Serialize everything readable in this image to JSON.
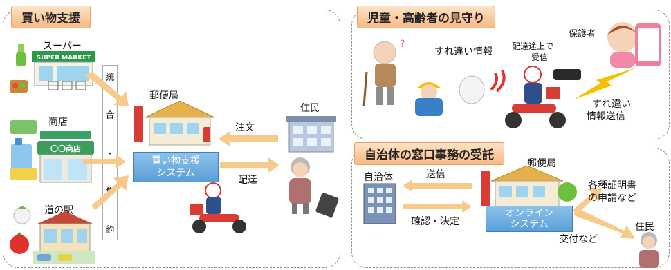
{
  "shopping": {
    "title": "買い物支援",
    "supermarket_label": "スーパー",
    "supermarket_sign": "SUPER MARKET",
    "shop_label": "商店",
    "shop_sign": "〇〇商店",
    "roadside_label": "道の駅",
    "integration_chars": [
      "統",
      "合",
      "・",
      "集",
      "約"
    ],
    "post_office_label": "郵便局",
    "system_lines": [
      "買い物支援",
      "システム"
    ],
    "order_label": "注文",
    "delivery_label": "配達",
    "resident_label": "住民"
  },
  "watch": {
    "title": "児童・高齢者の見守り",
    "passing_info_label": "すれ違い情報",
    "receive_lines": [
      "配達途上で",
      "受信"
    ],
    "guardian_label": "保護者",
    "send_lines": [
      "すれ違い",
      "情報送信"
    ]
  },
  "municipal": {
    "title": "自治体の窓口事務の受託",
    "municipality_label": "自治体",
    "post_office_label": "郵便局",
    "send_label": "送信",
    "confirm_label": "確認・決定",
    "online_lines": [
      "オンライン",
      "システム"
    ],
    "application_lines": [
      "各種証明書",
      "の申請など"
    ],
    "issue_label": "交付など",
    "resident_label": "住民"
  },
  "colors": {
    "tag_bg": "#f6b983",
    "system_blue": "#5a9fd8",
    "arrow_orange": "#f7c98a"
  }
}
